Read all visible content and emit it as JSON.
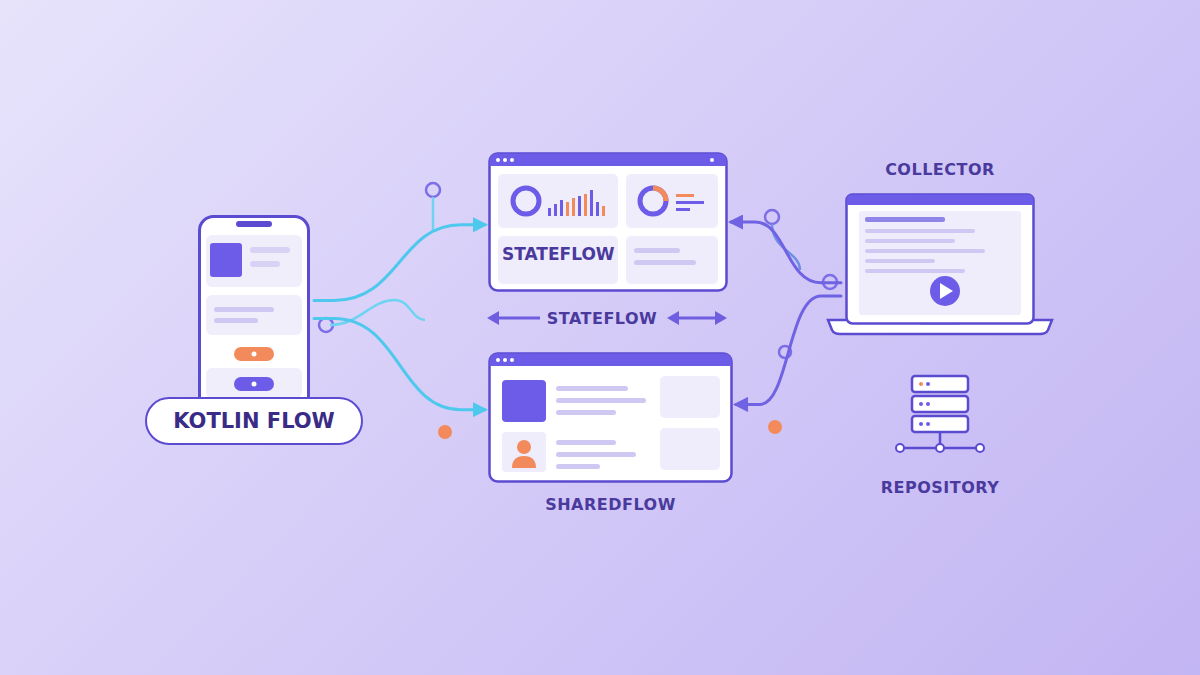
{
  "diagram": {
    "nodes": [
      {
        "text": [
          "KOTLIN FLOW"
        ]
      },
      {
        "text": [
          "STATEFLOW"
        ]
      },
      {
        "text": [
          "SHAREDFLOW"
        ]
      },
      {
        "text": [
          "COLLECTOR"
        ]
      },
      {
        "text": [
          "REPOSITORY"
        ]
      }
    ],
    "edges": [
      {
        "from": 0,
        "to": 1,
        "arrow": "to"
      },
      {
        "from": 0,
        "to": 2,
        "arrow": "to"
      },
      {
        "from": 3,
        "to": 1,
        "arrow": "to"
      },
      {
        "from": 3,
        "to": 2,
        "arrow": "to"
      }
    ],
    "labels": [
      "STATEFLOW"
    ]
  }
}
